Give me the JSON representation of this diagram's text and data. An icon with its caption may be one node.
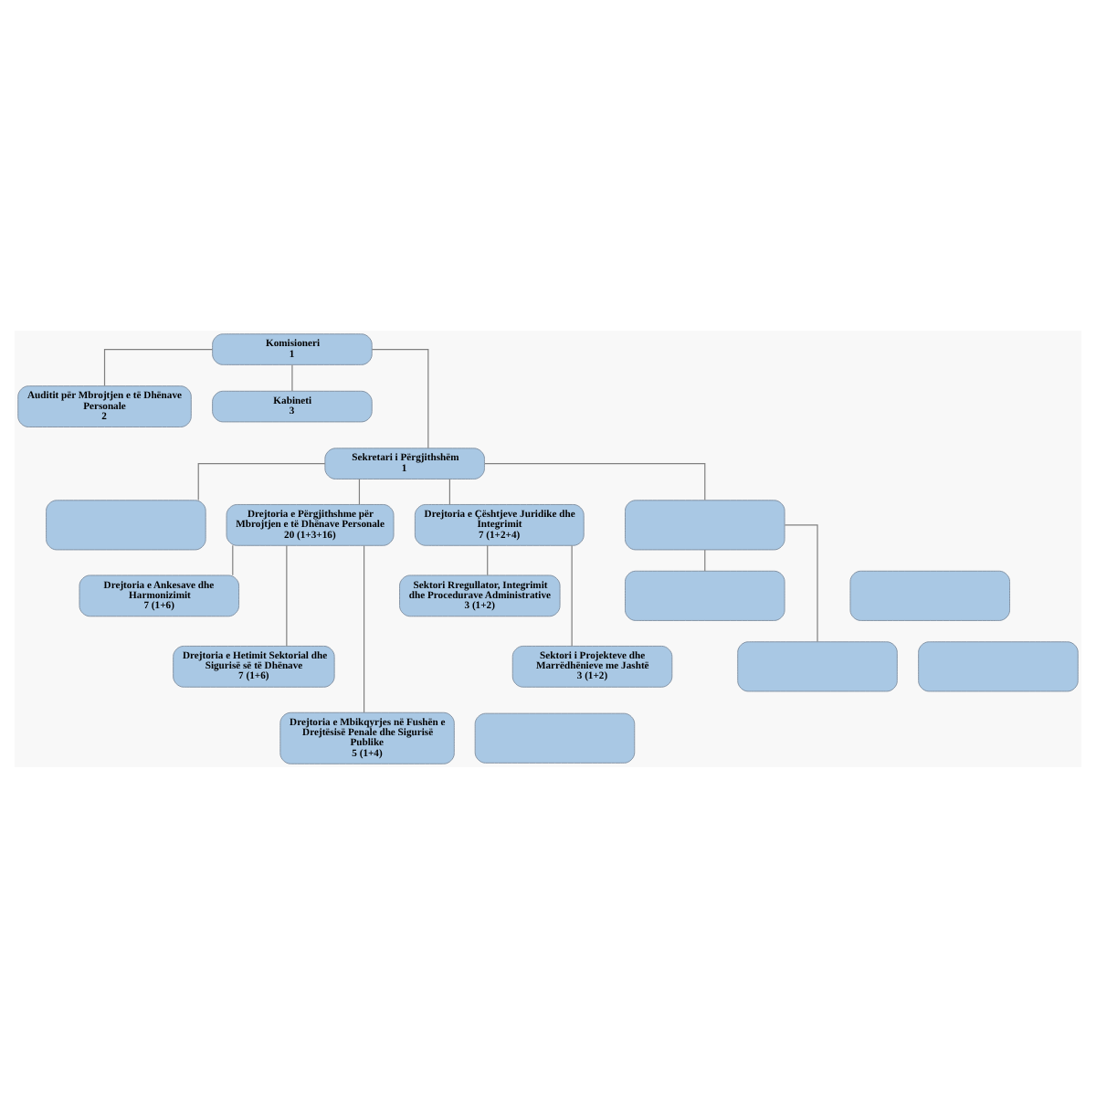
{
  "diagram": {
    "nodes": [
      {
        "text": [
          "Komisioneri",
          "1"
        ]
      },
      {
        "text": [
          "Auditit për Mbrojtjen e të Dhënave Personale",
          "2"
        ]
      },
      {
        "text": [
          "Kabineti",
          "3"
        ]
      },
      {
        "text": [
          "Sekretari i Përgjithshëm",
          "1"
        ]
      },
      {
        "text": [],
        "shape": "box"
      },
      {
        "text": [],
        "shape": "box"
      },
      {
        "text": [],
        "shape": "box"
      },
      {
        "text": [],
        "shape": "box"
      },
      {
        "text": [
          "Drejtoria e Përgjithshme për Mbrojtjen e të Dhënave Personale",
          "20 (1+3+16)"
        ]
      },
      {
        "text": [
          "Drejtoria e Ankesave dhe Harmonizimit",
          "7 (1+6)"
        ]
      },
      {
        "text": [
          "Drejtoria e Hetimit Sektorial dhe Sigurisë së të Dhënave",
          "7 (1+6)"
        ]
      },
      {
        "text": [
          "Drejtoria e Mbikqyrjes në Fushën e Drejtësisë Penale dhe Sigurisë Publike",
          "5 (1+4)"
        ]
      },
      {
        "text": [
          "Drejtoria e Çështjeve Juridike dhe Integrimit",
          "7 (1+2+4)"
        ]
      },
      {
        "text": [
          "Sektori Rregullator, Integrimit dhe Procedurave Administrative",
          "3 (1+2)"
        ]
      },
      {
        "text": [
          "Sektori i Projekteve dhe Marrëdhënieve me Jashtë",
          "3 (1+2)"
        ]
      },
      {
        "text": [],
        "shape": "box"
      },
      {
        "text": [],
        "shape": "box"
      },
      {
        "text": [],
        "shape": "box"
      }
    ],
    "edges": [
      {
        "from": 0,
        "to": 1,
        "arrow": "none"
      },
      {
        "from": 0,
        "to": 2,
        "arrow": "none"
      },
      {
        "from": 0,
        "to": 3,
        "arrow": "none"
      },
      {
        "from": 3,
        "to": 4,
        "arrow": "none"
      },
      {
        "from": 3,
        "to": 8,
        "arrow": "none"
      },
      {
        "from": 3,
        "to": 12,
        "arrow": "none"
      },
      {
        "from": 3,
        "to": 15,
        "arrow": "none"
      },
      {
        "from": 8,
        "to": 9,
        "arrow": "none"
      },
      {
        "from": 8,
        "to": 10,
        "arrow": "none"
      },
      {
        "from": 8,
        "to": 11,
        "arrow": "none"
      },
      {
        "from": 12,
        "to": 13,
        "arrow": "none"
      },
      {
        "from": 12,
        "to": 14,
        "arrow": "none"
      },
      {
        "from": 15,
        "to": 16,
        "arrow": "none"
      },
      {
        "from": 15,
        "to": 17,
        "arrow": "none"
      }
    ]
  }
}
